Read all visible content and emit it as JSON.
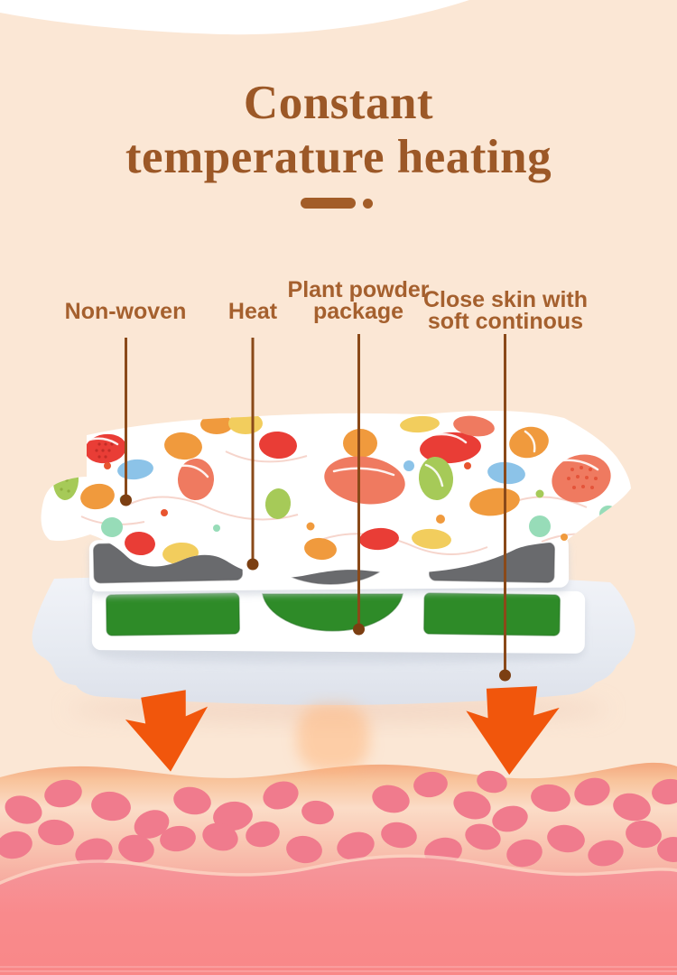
{
  "header": {
    "title_line1": "Constant",
    "title_line2": "temperature heating"
  },
  "diagram": {
    "labels": [
      {
        "line1": "Non-woven",
        "line2": ""
      },
      {
        "line1": "Heat",
        "line2": ""
      },
      {
        "line1": "Plant powder",
        "line2": "package"
      },
      {
        "line1": "Close skin with",
        "line2": "soft continous"
      }
    ]
  },
  "colors": {
    "background_peach": "#fbe7d5",
    "top_wave_white": "#ffffff",
    "title_brown": "#9c5827",
    "divider_brown": "#a35d28",
    "label_brown": "#a5602e",
    "leader_brown": "#8a4919",
    "leader_dot_brown": "#7c3f12",
    "arrow_orange": "#f1560c",
    "patch_gray": "#696a6d",
    "powder_green": "#2e8b28",
    "sheet_white": "#ffffff",
    "tray_gray": "#e4e8ef",
    "cell_rose": "#f07b8d",
    "skin_tan": "#f3a57b",
    "skin_light": "#fbdcc7",
    "dermis_rose": "#f5959a",
    "dermis_deep": "#f98888",
    "fabric_red": "#e93d36",
    "fabric_orange": "#f09a3d",
    "fabric_coral": "#ef7a60",
    "fabric_green": "#a6ca58",
    "fabric_blue": "#8cc3e8",
    "fabric_yellow": "#f2cd5d",
    "fabric_mint": "#97dcb8"
  }
}
